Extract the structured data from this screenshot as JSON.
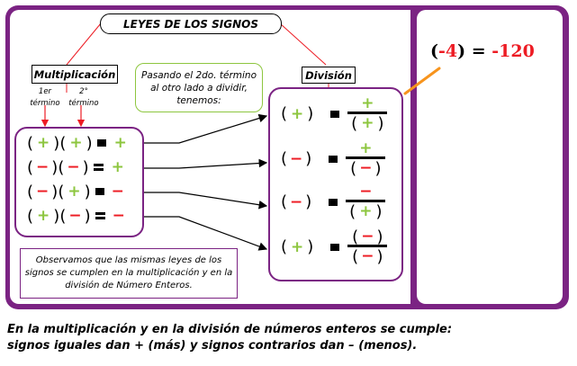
{
  "title": "LEYES DE LOS SIGNOS",
  "multiplication": {
    "label": "Multiplicación",
    "term1": "1er término",
    "term2": "2° término",
    "rows": [
      {
        "a": "+",
        "b": "+",
        "eq_style": "square",
        "result": "+"
      },
      {
        "a": "-",
        "b": "-",
        "eq_style": "equals",
        "result": "+"
      },
      {
        "a": "-",
        "b": "+",
        "eq_style": "square",
        "result": "-"
      },
      {
        "a": "+",
        "b": "-",
        "eq_style": "equals",
        "result": "-"
      }
    ]
  },
  "division": {
    "label": "División",
    "note": "Pasando el 2do. término al otro lado a dividir, tenemos:",
    "rows": [
      {
        "left": "+",
        "numerator": "+",
        "numerator_paren": false,
        "denominator": "+"
      },
      {
        "left": "-",
        "numerator": "+",
        "numerator_paren": false,
        "denominator": "-"
      },
      {
        "left": "-",
        "numerator": "-",
        "numerator_paren": false,
        "denominator": "+"
      },
      {
        "left": "+",
        "numerator": "-",
        "numerator_paren": true,
        "denominator": "-"
      }
    ]
  },
  "observation": "Observamos que las mismas leyes de los signos se cumplen en la multiplicación y en la división de Número Enteros.",
  "example": {
    "open": "(",
    "neg": "-4",
    "close": ")",
    "equals": " = ",
    "result": "-120"
  },
  "conclusion": {
    "line1": "En la multiplicación y en la división de números enteros se cumple:",
    "line2": "signos iguales dan + (más) y signos contrarios dan – (menos)."
  },
  "colors": {
    "frame": "#7b2383",
    "plus": "#8dc63f",
    "minus": "#ed1c24",
    "connector": "#ed1c24",
    "pointer": "#f7941d"
  }
}
